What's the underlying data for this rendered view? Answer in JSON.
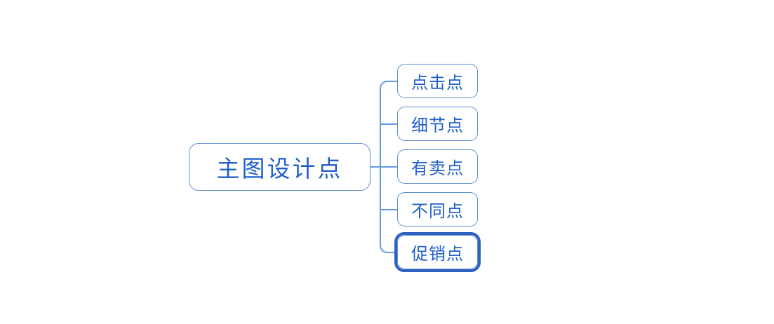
{
  "diagram": {
    "type": "mind-map",
    "title": "主图设计点",
    "background_color": "#ffffff",
    "node_text_color": "#1F5FCC",
    "node_border_color": "#5B8FD0",
    "connector_color": "#6699DD",
    "selection_color": "#2F5FC0",
    "root": {
      "label": "主图设计点"
    },
    "children": [
      {
        "label": "点击点",
        "selected": false
      },
      {
        "label": "细节点",
        "selected": false
      },
      {
        "label": "有卖点",
        "selected": false
      },
      {
        "label": "不同点",
        "selected": false
      },
      {
        "label": "促销点",
        "selected": true
      }
    ]
  }
}
